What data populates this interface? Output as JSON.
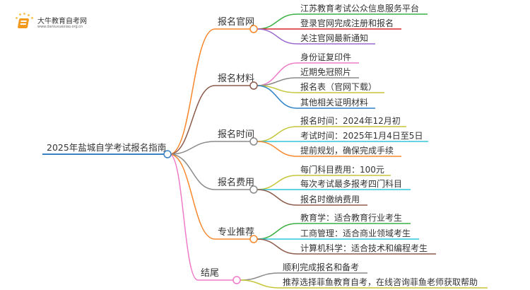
{
  "logo": {
    "title": "大牛教育自考网",
    "url": "www.daniuxuexiao.org.cn"
  },
  "root": {
    "label": "2025年盐城自学考试报名指南",
    "color": "#3b82c4"
  },
  "branches": [
    {
      "label": "报名官网",
      "color": "#f7882f",
      "children": [
        {
          "label": "江苏教育考试公众信息服务平台",
          "color": "#3cb043"
        },
        {
          "label": "登录官网完成注册和报名",
          "color": "#d9262b"
        },
        {
          "label": "关注官网最新通知",
          "color": "#9b6bd1"
        }
      ]
    },
    {
      "label": "报名材料",
      "color": "#8d5b4c",
      "children": [
        {
          "label": "身份证复印件",
          "color": "#ee7bc8"
        },
        {
          "label": "近期免冠照片",
          "color": "#8a8a8a"
        },
        {
          "label": "报名表（官网下载）",
          "color": "#c6c63a"
        },
        {
          "label": "其他相关证明材料",
          "color": "#2d82c8"
        }
      ]
    },
    {
      "label": "报名时间",
      "color": "#8a8a8a",
      "children": [
        {
          "label": "报名时间：2024年12月初",
          "color": "#c6c63a"
        },
        {
          "label": "考试时间：2025年1月4日至5日",
          "color": "#2fc6dc"
        },
        {
          "label": "提前规划，确保完成手续",
          "color": "#f7882f"
        }
      ]
    },
    {
      "label": "报名费用",
      "color": "#8a8a8a",
      "children": [
        {
          "label": "每门科目费用：100元",
          "color": "#c6c63a"
        },
        {
          "label": "每次考试最多报考四门科目",
          "color": "#2fc6dc"
        },
        {
          "label": "报名时缴纳费用",
          "color": "#8d5b4c"
        }
      ]
    },
    {
      "label": "专业推荐",
      "color": "#f7882f",
      "children": [
        {
          "label": "教育学：适合教育行业考生",
          "color": "#3cb043"
        },
        {
          "label": "工商管理：适合商业领域考生",
          "color": "#2fc6dc"
        },
        {
          "label": "计算机科学：适合技术和编程考生",
          "color": "#8d5b4c"
        }
      ]
    },
    {
      "label": "结尾",
      "color": "#ee7bc8",
      "children": [
        {
          "label": "顺利完成报名和备考",
          "color": "#8a8a8a"
        },
        {
          "label": "推荐选择菲鱼教育自考，在线咨询菲鱼老师获取帮助",
          "color": "#c6c63a"
        }
      ]
    }
  ]
}
